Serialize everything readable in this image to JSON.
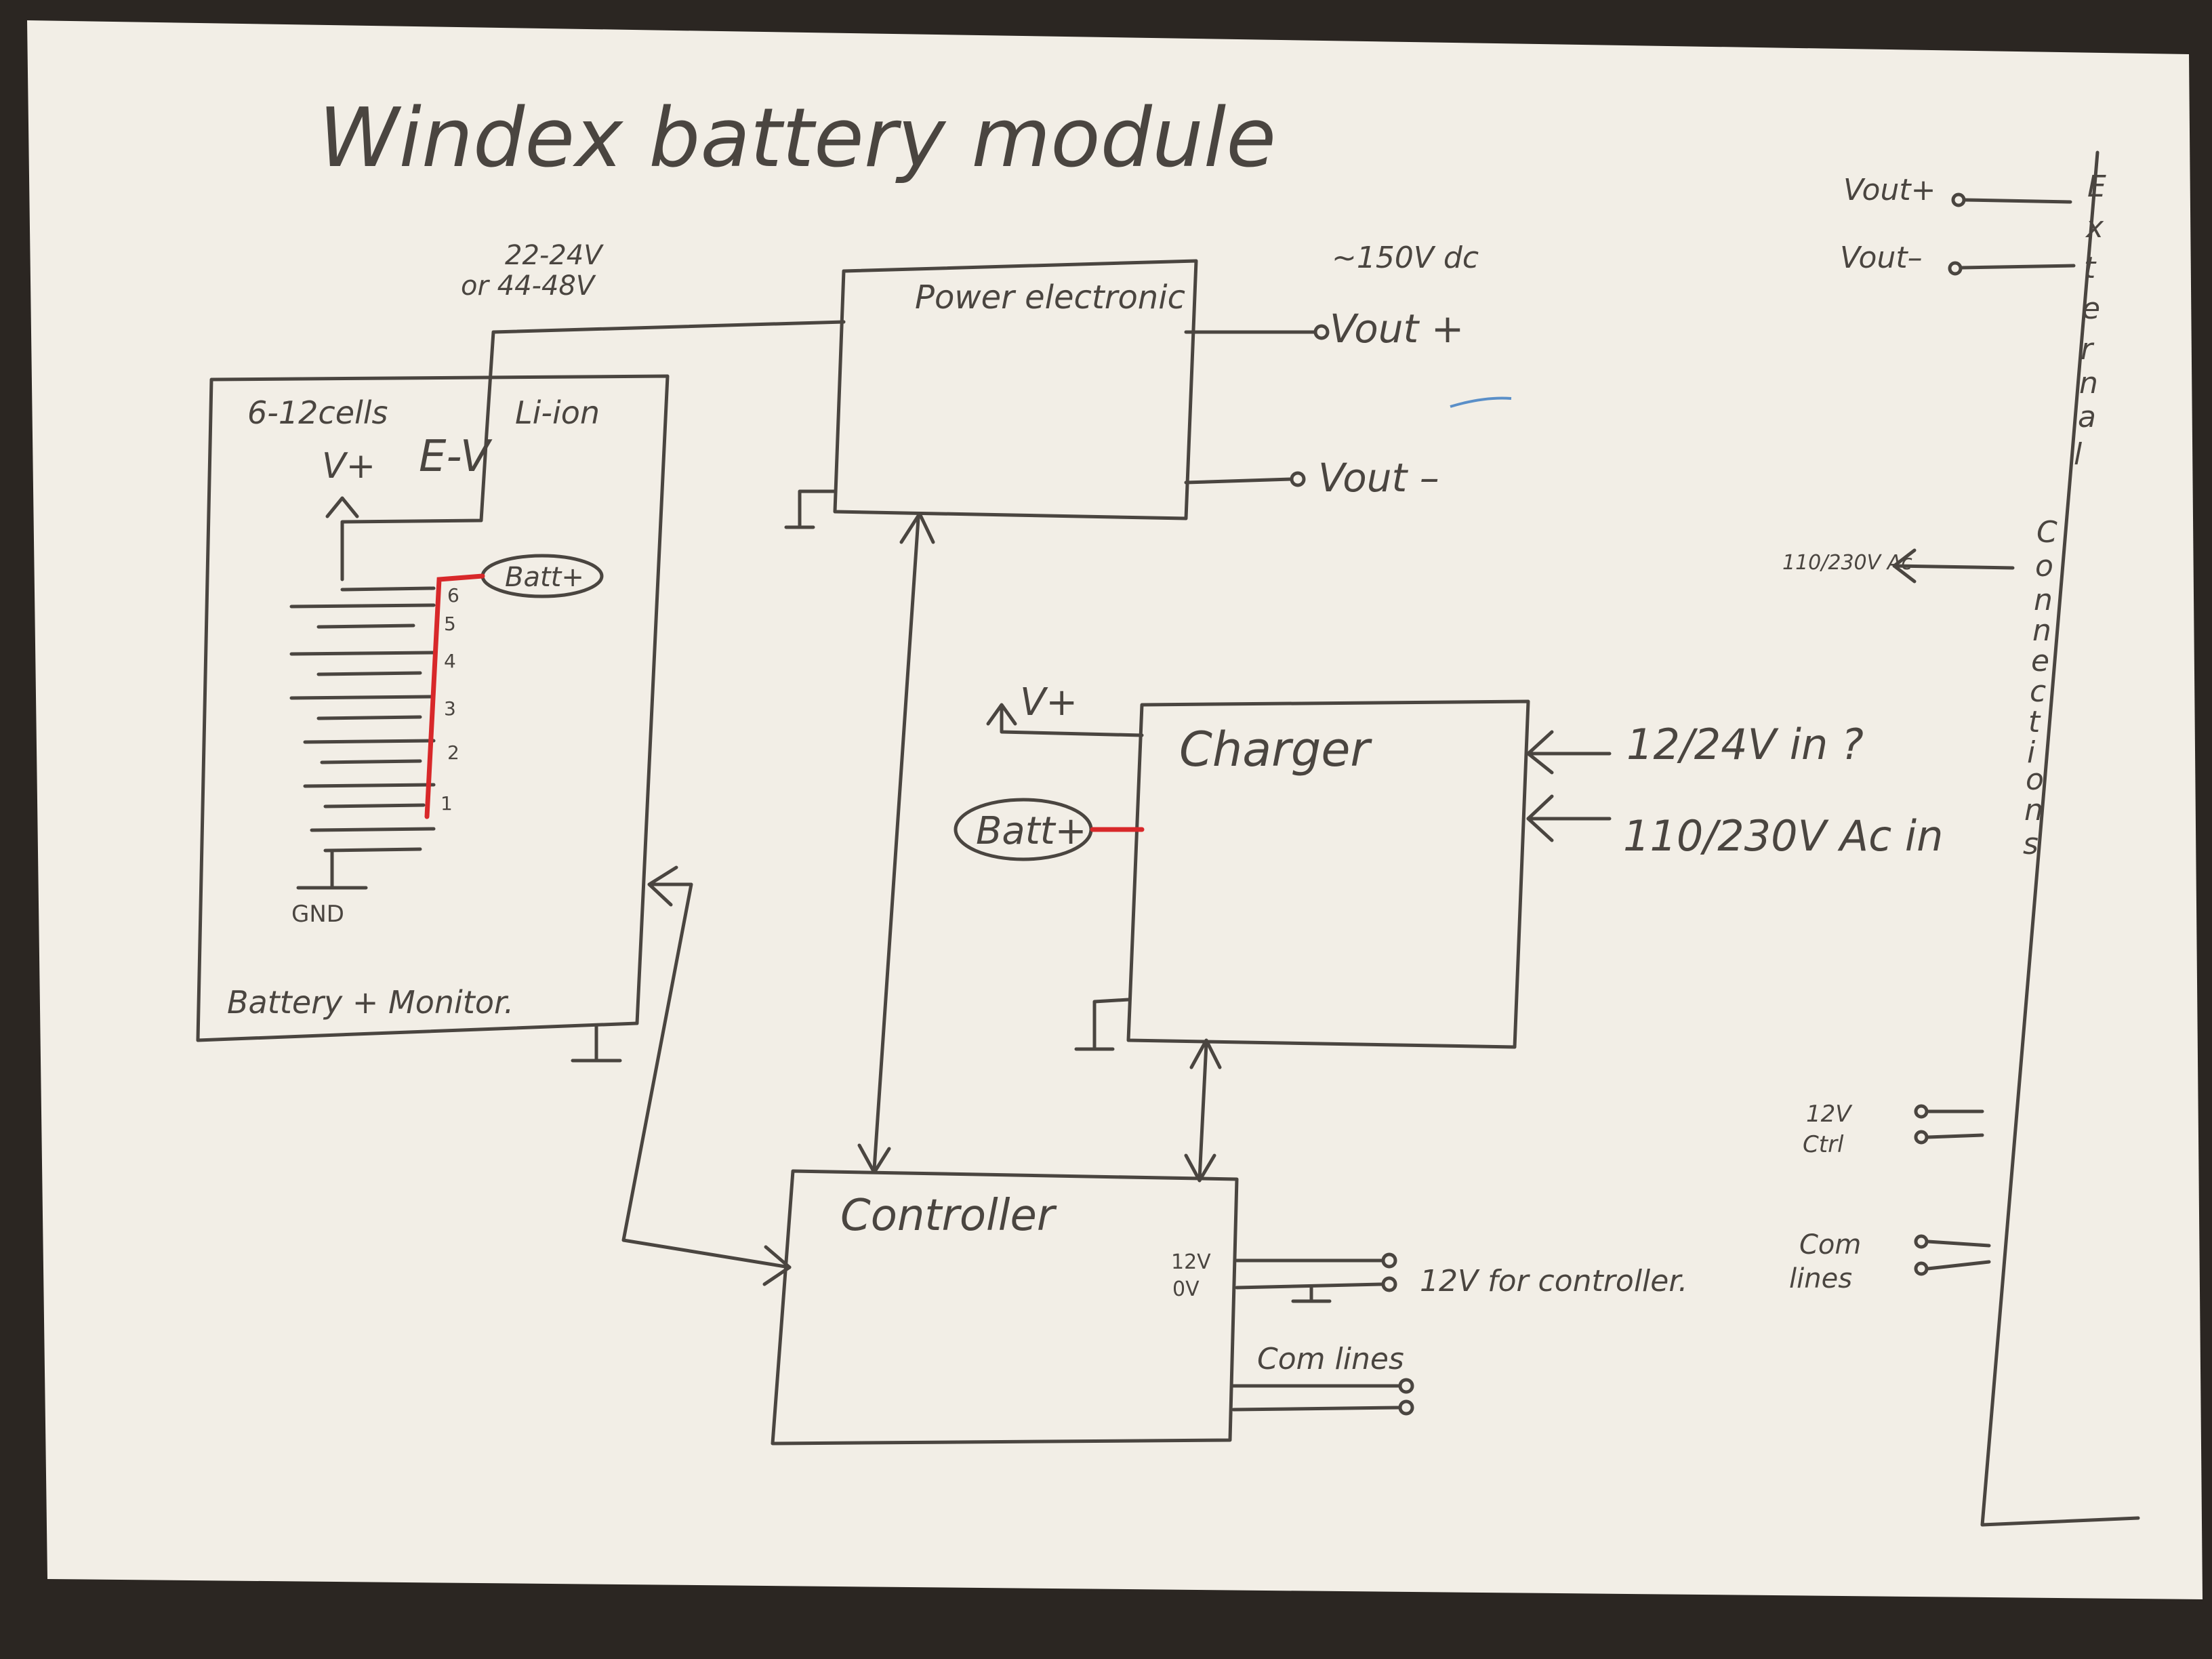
{
  "title": "Windex battery module",
  "colors": {
    "background": "#2b2622",
    "paper": "#f2eee6",
    "ink": "#4a4540",
    "red_trace": "#d8282a",
    "blue_mark": "#5a8fc8"
  },
  "battery_block": {
    "cells_label": "6-12cells",
    "chem_label": "Li-ion",
    "vplus_label": "V+",
    "ev_label": "E-V",
    "batt_tag": "Batt+",
    "taps": [
      "6",
      "5",
      "4",
      "3",
      "2",
      "1"
    ],
    "gnd_label": "GND",
    "block_label": "Battery + Monitor."
  },
  "supply_label": {
    "line1": "22-24V",
    "line2": "or 44-48V"
  },
  "power_block": {
    "label": "Power electronic",
    "dc_label": "~150V dc",
    "vout_plus": "Vout +",
    "vout_minus": "Vout –"
  },
  "charger_block": {
    "label": "Charger",
    "vplus_label": "V+",
    "batt_tag": "Batt+",
    "in1": "12/24V in ?",
    "in2": "110/230V Ac in"
  },
  "controller_block": {
    "label": "Controller",
    "pin_12v": "12V",
    "pin_0v": "0V",
    "supply_label": "12V for controller.",
    "com_label": "Com lines"
  },
  "external": {
    "label_chars": [
      "E",
      "x",
      "t",
      "e",
      "r",
      "n",
      "a",
      "l",
      "",
      "C",
      "o",
      "n",
      "n",
      "e",
      "c",
      "t",
      "i",
      "o",
      "n",
      "s"
    ],
    "vout_plus": "Vout+",
    "vout_minus": "Vout–",
    "ac_label": "110/230V Ac",
    "ctrl_label_line1": "12V",
    "ctrl_label_line2": "Ctrl",
    "com_label_line1": "Com",
    "com_label_line2": "lines"
  }
}
